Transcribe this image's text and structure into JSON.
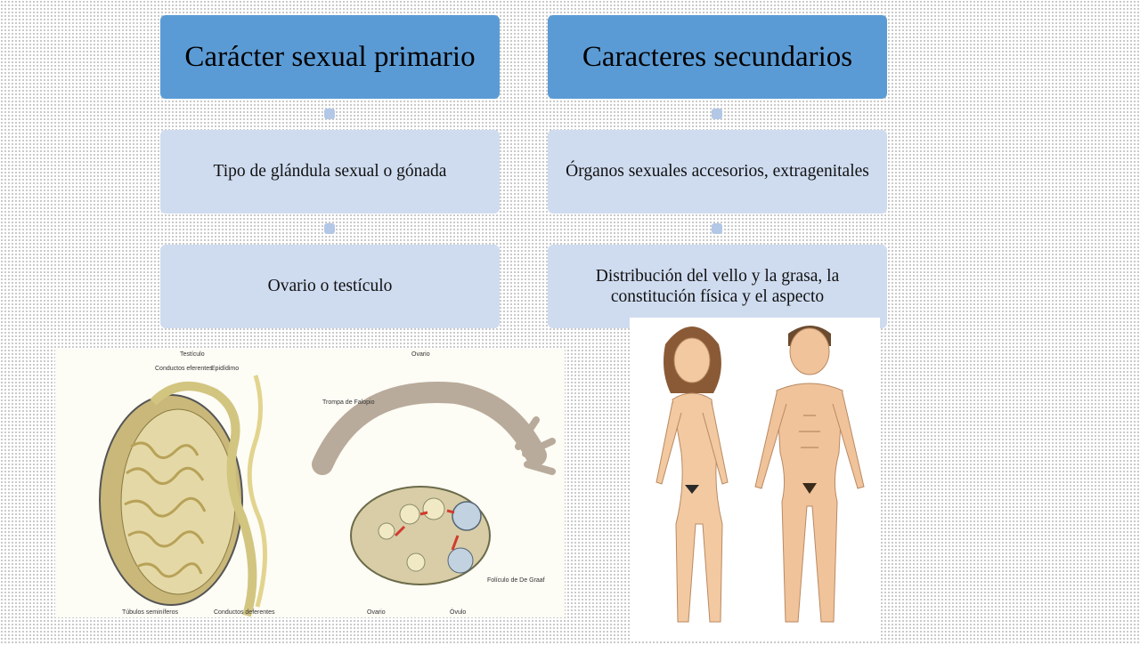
{
  "left_column": {
    "header": "Carácter sexual primario",
    "item1": "Tipo de glándula sexual o gónada",
    "item2": "Ovario o testículo"
  },
  "right_column": {
    "header": "Caracteres secundarios",
    "item1": "Órganos sexuales accesorios, extragenitales",
    "item2": "Distribución del vello y la grasa, la constitución física y el aspecto"
  },
  "gonad_illustration": {
    "title_left": "Testículo",
    "title_right": "Ovario",
    "labels": {
      "conductos_eferentes": "Conductos eferentes",
      "epididimo": "Epidídimo",
      "trompa": "Trompa de Falopio",
      "foliculo": "Folículo de De Graaf",
      "tubulos": "Túbulos seminíferos",
      "deferentes": "Conductos deferentes",
      "ovario": "Ovario",
      "ovulo": "Óvulo"
    }
  },
  "colors": {
    "header_fill": "#5b9bd5",
    "item_fill": "#cfdcf0",
    "connector": "#b3c7e6"
  }
}
